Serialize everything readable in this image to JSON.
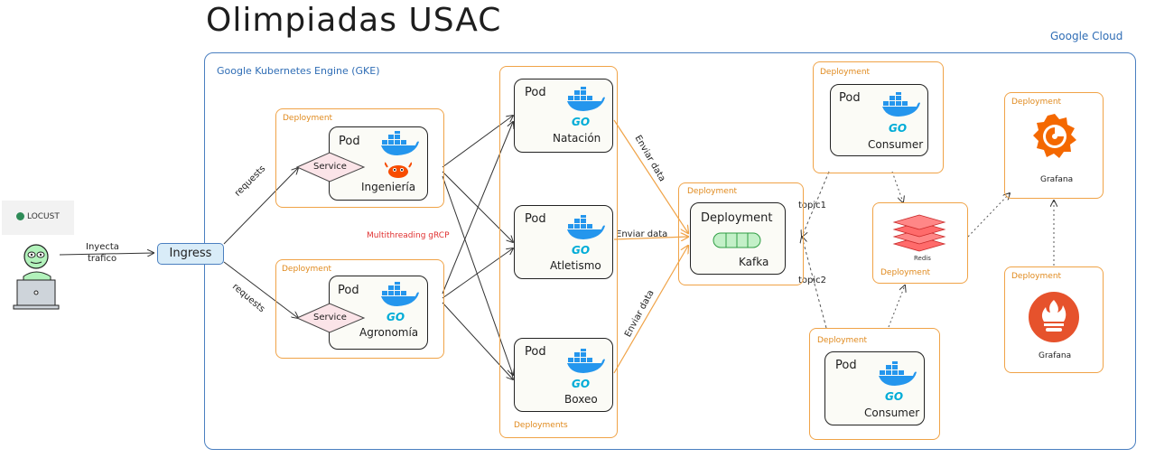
{
  "title": "Olimpiadas USAC",
  "cloud_label": "Google Cloud",
  "gke_label": "Google Kubernetes Engine (GKE)",
  "locust_label": "LOCUST",
  "inyecta_line1": "Inyecta",
  "inyecta_line2": "trafico",
  "ingress_label": "Ingress",
  "requests_label": "requests",
  "deployment_label": "Deployment",
  "deployments_label": "Deployments",
  "pod_label": "Pod",
  "service_label": "Service",
  "multithreading_label": "Multithreading gRCP",
  "enviar_data_label": "Enviar data",
  "kafka_label": "Kafka",
  "topic1_label": "topic1",
  "topic2_label": "topic2",
  "redis_label": "Redis",
  "grafana_label": "Grafana",
  "go_label": "GO",
  "services": {
    "ingenieria": "Ingeniería",
    "agronomia": "Agronomía",
    "natacion": "Natación",
    "atletismo": "Atletismo",
    "boxeo": "Boxeo",
    "consumer_top": "Consumer",
    "consumer_bottom": "Consumer"
  },
  "colors": {
    "deployment_border": "#f0a347",
    "cloud_border": "#4a7fc0",
    "docker_blue": "#2496ed",
    "go_cyan": "#00acd7",
    "kafka_green": "#c3f0c8",
    "redis_red": "#ff6b6b",
    "grafana_orange": "#f46800",
    "prometheus_red": "#e6522c"
  }
}
